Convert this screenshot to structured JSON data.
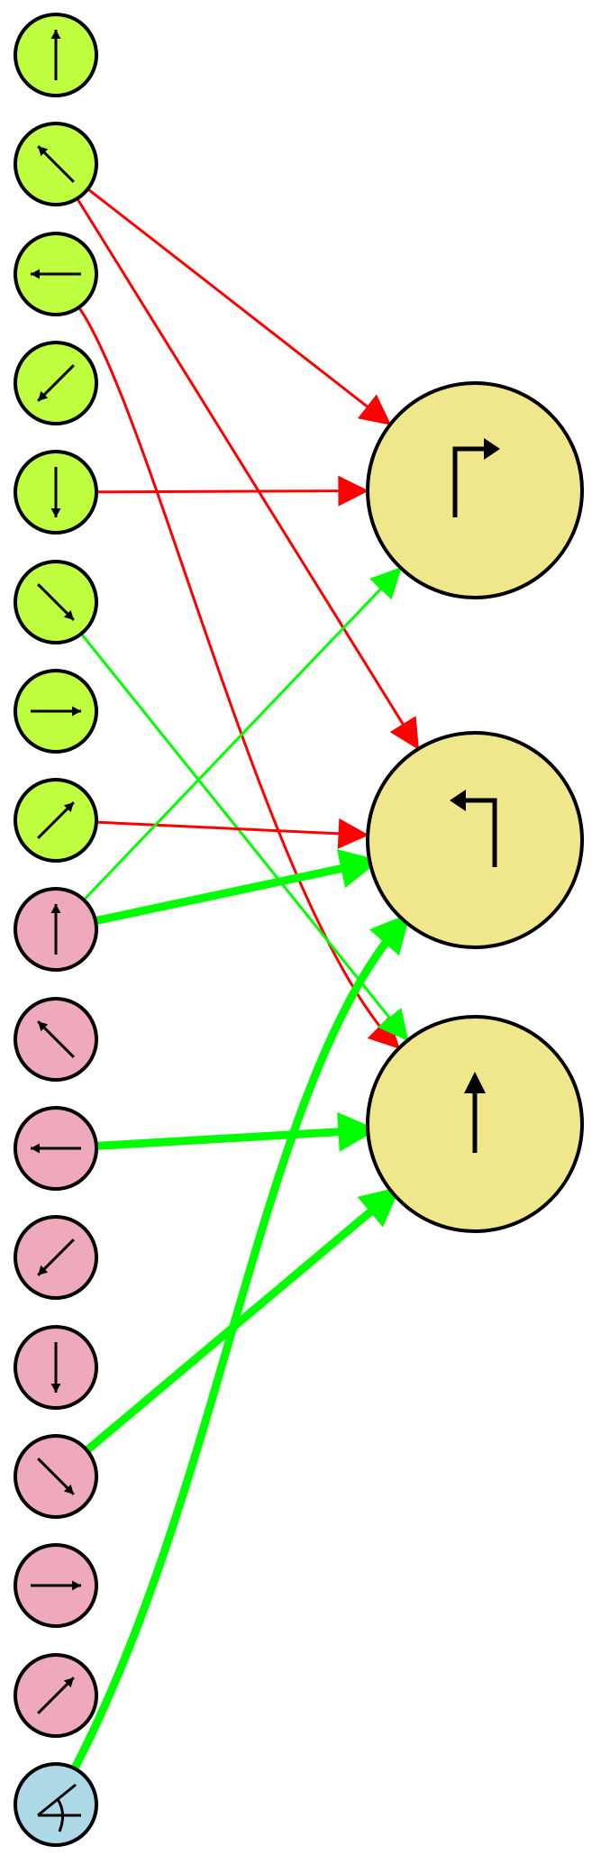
{
  "colors": {
    "input_group_a": "#bfff3f",
    "input_group_b": "#eeaabb",
    "input_special": "#add8e6",
    "output": "#f0e68c",
    "edge_negative": "#ff0000",
    "edge_positive": "#00ff00",
    "outline": "#000000"
  },
  "inputs": [
    {
      "id": "a-up",
      "group": "a",
      "icon": "arrow-up-icon"
    },
    {
      "id": "a-up-left",
      "group": "a",
      "icon": "arrow-up-left-icon"
    },
    {
      "id": "a-left",
      "group": "a",
      "icon": "arrow-left-icon"
    },
    {
      "id": "a-down-left",
      "group": "a",
      "icon": "arrow-down-left-icon"
    },
    {
      "id": "a-down",
      "group": "a",
      "icon": "arrow-down-icon"
    },
    {
      "id": "a-down-right",
      "group": "a",
      "icon": "arrow-down-right-icon"
    },
    {
      "id": "a-right",
      "group": "a",
      "icon": "arrow-right-icon"
    },
    {
      "id": "a-up-right",
      "group": "a",
      "icon": "arrow-up-right-icon"
    },
    {
      "id": "b-up",
      "group": "b",
      "icon": "arrow-up-icon"
    },
    {
      "id": "b-up-left",
      "group": "b",
      "icon": "arrow-up-left-icon"
    },
    {
      "id": "b-left",
      "group": "b",
      "icon": "arrow-left-icon"
    },
    {
      "id": "b-down-left",
      "group": "b",
      "icon": "arrow-down-left-icon"
    },
    {
      "id": "b-down",
      "group": "b",
      "icon": "arrow-down-icon"
    },
    {
      "id": "b-down-right",
      "group": "b",
      "icon": "arrow-down-right-icon"
    },
    {
      "id": "b-right",
      "group": "b",
      "icon": "arrow-right-icon"
    },
    {
      "id": "b-up-right",
      "group": "b",
      "icon": "arrow-up-right-icon"
    },
    {
      "id": "angle",
      "group": "special",
      "icon": "angle-icon"
    }
  ],
  "outputs": [
    {
      "id": "turn-right",
      "icon": "turn-right-icon"
    },
    {
      "id": "turn-left",
      "icon": "turn-left-icon"
    },
    {
      "id": "forward",
      "icon": "forward-icon"
    }
  ],
  "edges": [
    {
      "from": "a-up-left",
      "to": "turn-right",
      "sign": "negative",
      "weight": "thin"
    },
    {
      "from": "a-up-left",
      "to": "turn-left",
      "sign": "negative",
      "weight": "thin"
    },
    {
      "from": "a-left",
      "to": "forward",
      "sign": "negative",
      "weight": "thin"
    },
    {
      "from": "a-down",
      "to": "turn-right",
      "sign": "negative",
      "weight": "thin"
    },
    {
      "from": "a-down-right",
      "to": "forward",
      "sign": "positive",
      "weight": "thin"
    },
    {
      "from": "a-up-right",
      "to": "turn-left",
      "sign": "negative",
      "weight": "thin"
    },
    {
      "from": "b-up",
      "to": "turn-right",
      "sign": "positive",
      "weight": "thin"
    },
    {
      "from": "b-up",
      "to": "turn-left",
      "sign": "positive",
      "weight": "thick"
    },
    {
      "from": "b-left",
      "to": "forward",
      "sign": "positive",
      "weight": "thick"
    },
    {
      "from": "b-down-right",
      "to": "forward",
      "sign": "positive",
      "weight": "thick"
    },
    {
      "from": "angle",
      "to": "turn-left",
      "sign": "positive",
      "weight": "thick"
    }
  ]
}
